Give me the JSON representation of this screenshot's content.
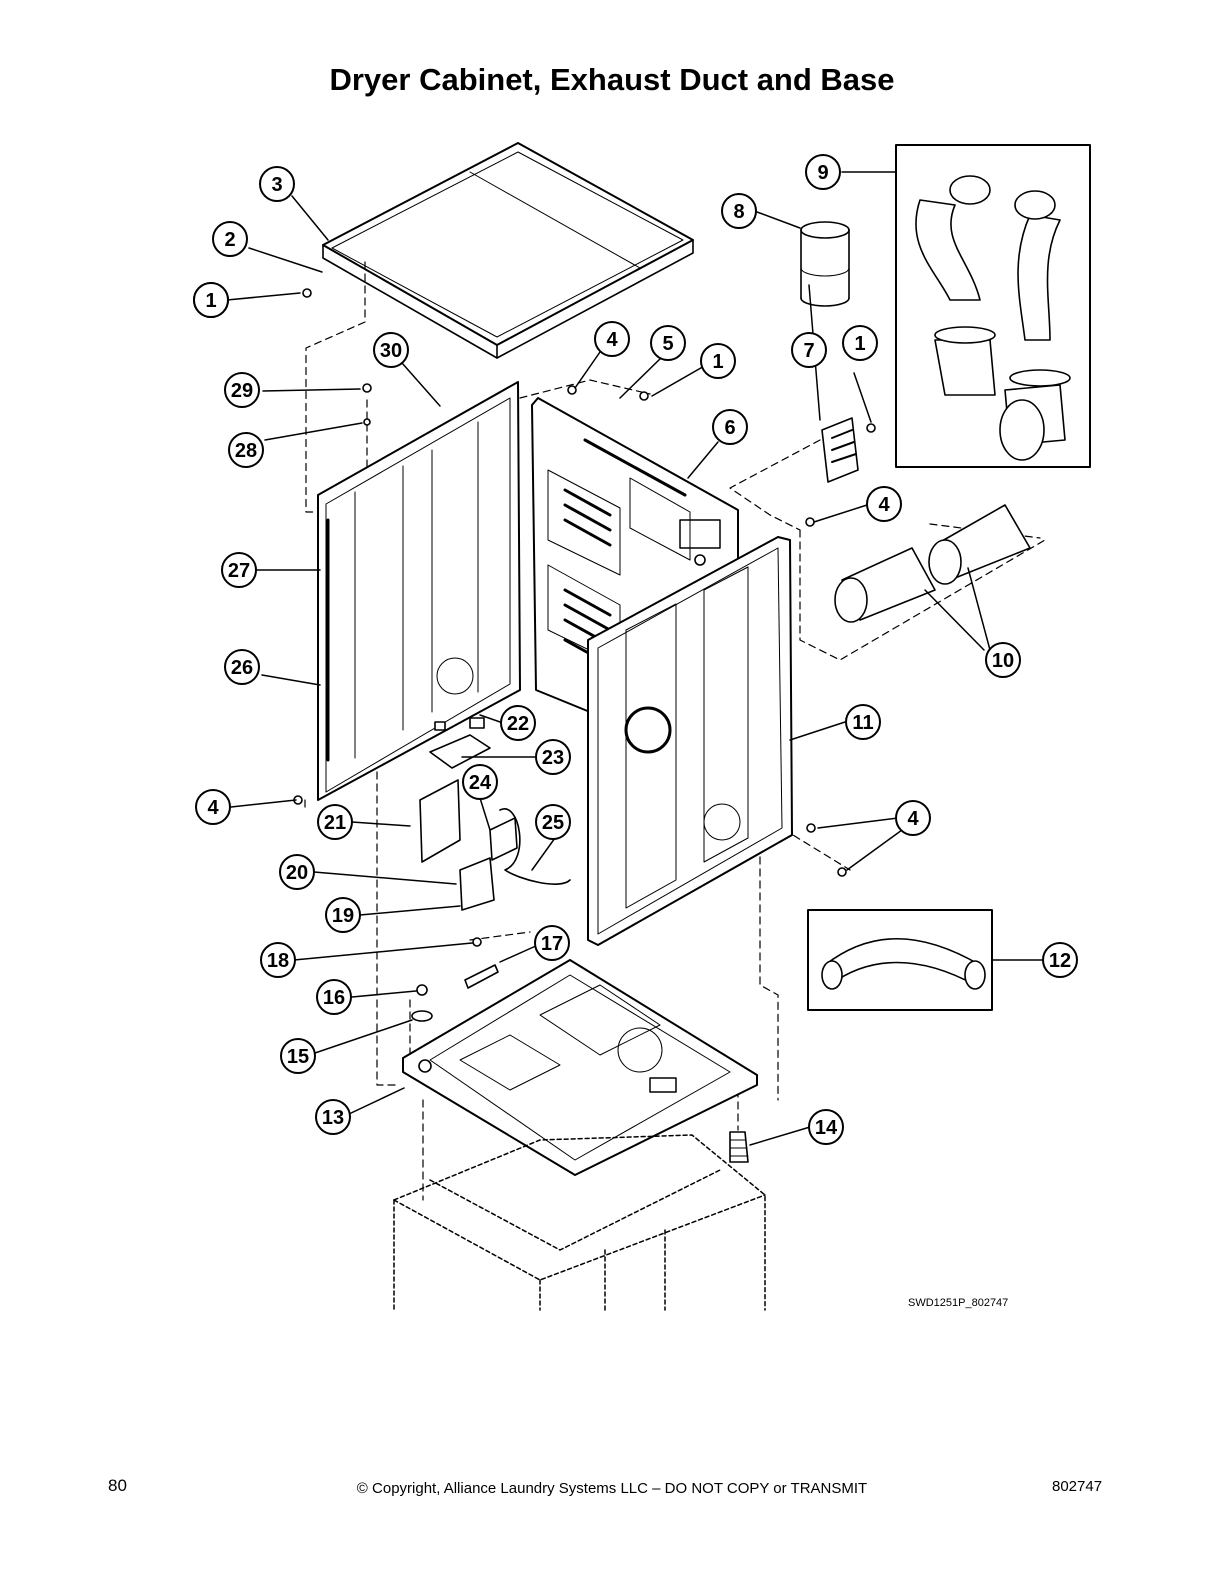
{
  "title": "Dryer Cabinet, Exhaust Duct and Base",
  "drawing_id": "SWD1251P_802747",
  "footer": {
    "page_number": "80",
    "copyright": "© Copyright, Alliance Laundry Systems LLC – DO NOT COPY or TRANSMIT",
    "document_number": "802747"
  },
  "callouts": [
    "1",
    "2",
    "3",
    "1",
    "30",
    "4",
    "5",
    "1",
    "7",
    "1",
    "8",
    "9",
    "29",
    "28",
    "6",
    "4",
    "27",
    "10",
    "26",
    "22",
    "11",
    "23",
    "4",
    "24",
    "25",
    "4",
    "21",
    "20",
    "19",
    "17",
    "12",
    "18",
    "16",
    "15",
    "13",
    "14"
  ]
}
